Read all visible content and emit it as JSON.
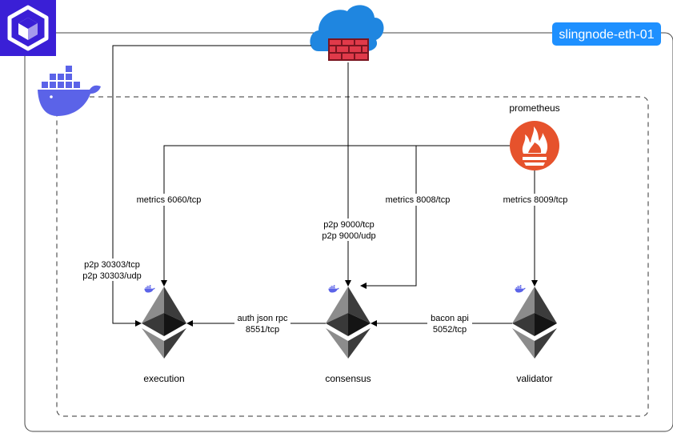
{
  "host": {
    "name": "slingnode-eth-01"
  },
  "prometheus": {
    "label": "prometheus"
  },
  "nodes": {
    "execution": {
      "label": "execution"
    },
    "consensus": {
      "label": "consensus"
    },
    "validator": {
      "label": "validator"
    }
  },
  "edges": {
    "execution_p2p": [
      "p2p 30303/tcp",
      "p2p 30303/udp"
    ],
    "consensus_p2p": [
      "p2p 9000/tcp",
      "p2p 9000/udp"
    ],
    "metrics_execution": "metrics 6060/tcp",
    "metrics_consensus": "metrics 8008/tcp",
    "metrics_validator": "metrics 8009/tcp",
    "auth_rpc": [
      "auth json rpc",
      "8551/tcp"
    ],
    "beacon_api": [
      "bacon api",
      "5052/tcp"
    ]
  },
  "colors": {
    "brand": "#3a1fd6",
    "host_tag": "#1e90ff",
    "docker": "#5b63e8",
    "cloud": "#1f86e0",
    "firewall": "#e03a4a",
    "prometheus": "#e6522c",
    "eth_dark": "#1b1b1b",
    "eth_mid": "#6a6a6a",
    "eth_light": "#9a9a9a"
  },
  "icons": [
    "logo-icon",
    "docker-icon",
    "cloud-firewall-icon",
    "prometheus-icon",
    "ethereum-icon"
  ]
}
